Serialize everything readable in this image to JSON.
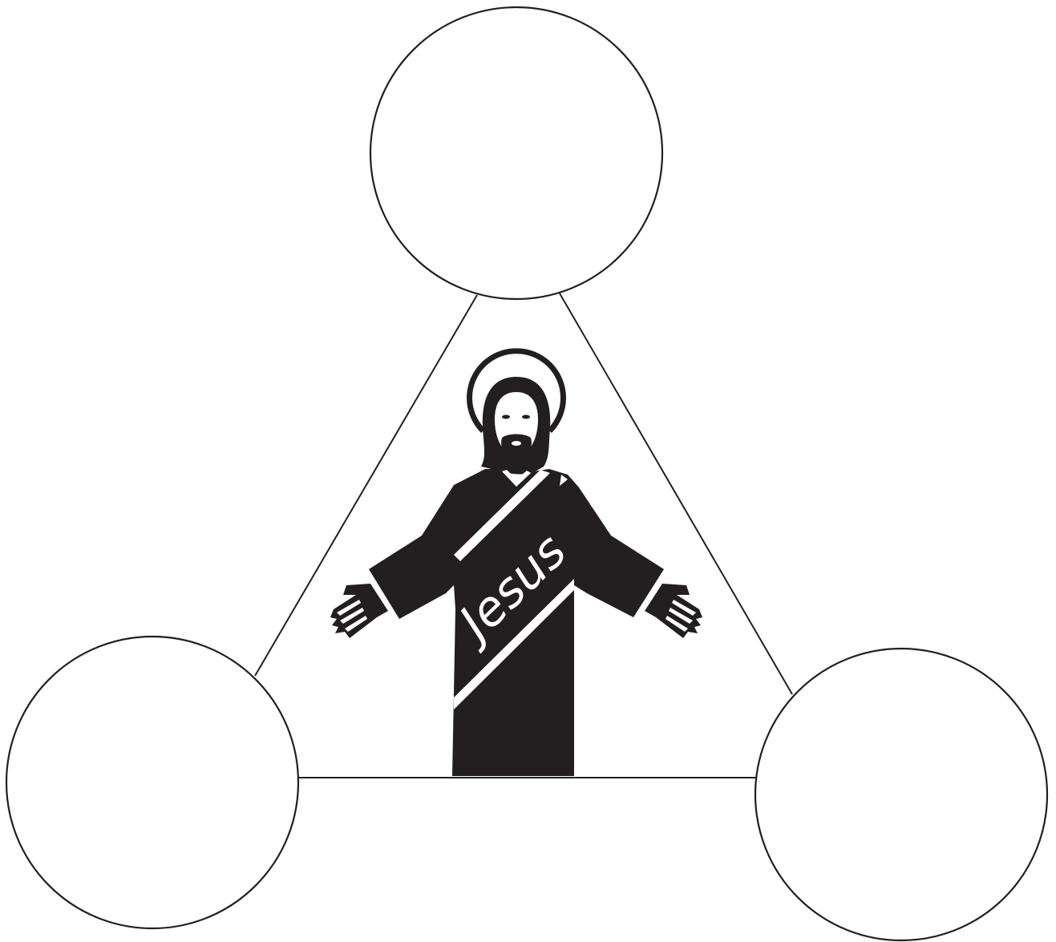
{
  "diagram": {
    "type": "triangle-of-circles",
    "center_figure": {
      "description_icon": "jesus-figure-icon",
      "sash_text": "Jesus"
    },
    "nodes": [
      {
        "id": "top",
        "label": ""
      },
      {
        "id": "bottom-left",
        "label": ""
      },
      {
        "id": "bottom-right",
        "label": ""
      }
    ],
    "colors": {
      "ink": "#231f20",
      "background": "#ffffff"
    }
  }
}
